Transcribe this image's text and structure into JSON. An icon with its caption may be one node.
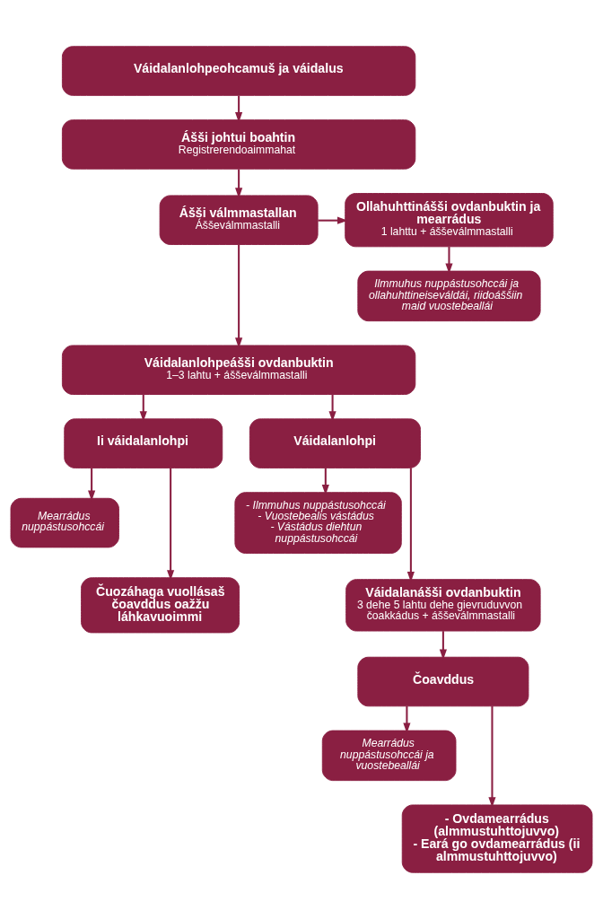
{
  "diagram": {
    "nodes": [
      {
        "text": [
          "Váidalanlohpeohcamuš ja váidalus"
        ]
      },
      {
        "text": [
          "Ášši johtui boahtin",
          "Registrerendoaimmahat"
        ]
      },
      {
        "text": [
          "Ášši válmmastallan",
          "Ášševálmmastalli"
        ]
      },
      {
        "text": [
          "Ollahuhttinášši ovdanbuktin ja mearrádus",
          "1 lahttu + ášševálmmastalli"
        ]
      },
      {
        "text": [
          "Ilmmuhus nuppástusohccái ja ollahuhttineiseváldái, riidoáššiin maid vuostebeallái"
        ]
      },
      {
        "text": [
          "Váidalanlohpeášši ovdanbuktin",
          "1–3 lahtu + ášševálmmastalli"
        ]
      },
      {
        "text": [
          "Ii váidalanlohpi"
        ]
      },
      {
        "text": [
          "Váidalanlohpi"
        ]
      },
      {
        "text": [
          "Mearrádus nuppástusohccái"
        ]
      },
      {
        "text": [
          "- Ilmmuhus nuppástusohccái",
          "- Vuostebealis vástádus",
          "- Vástádus diehtun nuppástusohccái"
        ]
      },
      {
        "text": [
          "Čuozáhaga vuollásaš čoavddus oažžu láhkavuoimmi"
        ]
      },
      {
        "text": [
          "Váidalanášši ovdanbuktin",
          "3 dehe 5 lahtu dehe gievruduvvon čoakkádus + ášševálmmastalli"
        ]
      },
      {
        "text": [
          "Čoavddus"
        ]
      },
      {
        "text": [
          "Mearrádus nuppástusohccái ja vuostebeallái"
        ]
      },
      {
        "text": [
          "- Ovdamearrádus (almmustuhttojuvvo)",
          "- Eará go ovdamearrádus (ii almmustuhttojuvvo)"
        ]
      }
    ],
    "edges": [
      {
        "from": 0,
        "to": 1,
        "arrow": "to"
      },
      {
        "from": 1,
        "to": 2,
        "arrow": "to"
      },
      {
        "from": 2,
        "to": 3,
        "arrow": "to"
      },
      {
        "from": 3,
        "to": 4,
        "arrow": "to"
      },
      {
        "from": 2,
        "to": 5,
        "arrow": "to"
      },
      {
        "from": 5,
        "to": 6,
        "arrow": "to"
      },
      {
        "from": 5,
        "to": 7,
        "arrow": "to"
      },
      {
        "from": 6,
        "to": 8,
        "arrow": "to"
      },
      {
        "from": 6,
        "to": 10,
        "arrow": "to"
      },
      {
        "from": 7,
        "to": 9,
        "arrow": "to"
      },
      {
        "from": 7,
        "to": 11,
        "arrow": "to"
      },
      {
        "from": 11,
        "to": 12,
        "arrow": "to"
      },
      {
        "from": 12,
        "to": 13,
        "arrow": "to"
      },
      {
        "from": 12,
        "to": 14,
        "arrow": "to"
      }
    ]
  }
}
